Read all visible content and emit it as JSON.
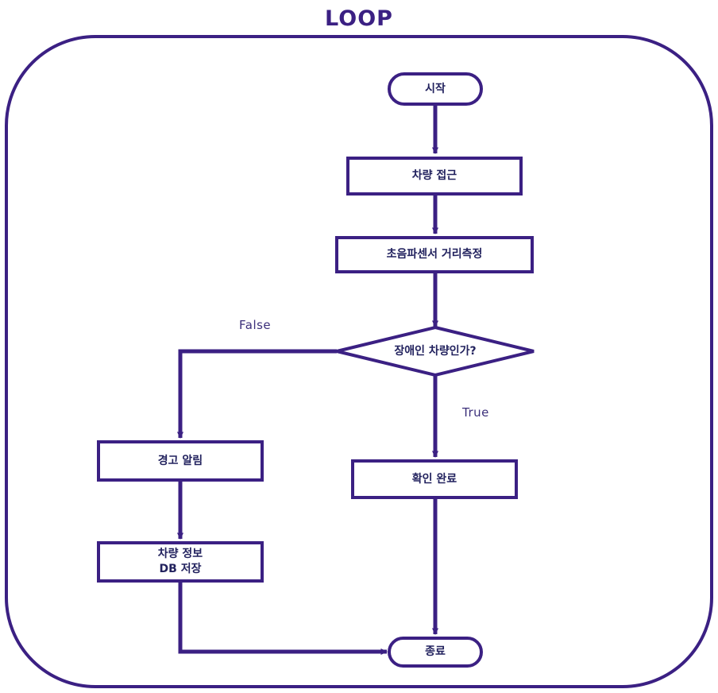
{
  "diagram": {
    "title": "LOOP",
    "type": "flowchart",
    "colors": {
      "stroke": "#3b2083",
      "node_border": "#3b2083",
      "node_fill": "#ffffff",
      "text": "#22225e",
      "edge_label_text": "#3b2f7a",
      "background": "#ffffff"
    },
    "nodes": [
      {
        "id": "start",
        "shape": "terminator",
        "label": "시작"
      },
      {
        "id": "approach",
        "shape": "process",
        "label": "차량 접근"
      },
      {
        "id": "measure",
        "shape": "process",
        "label": "초음파센서 거리측정"
      },
      {
        "id": "decision",
        "shape": "decision",
        "label": "장애인 차량인가?"
      },
      {
        "id": "warn",
        "shape": "process",
        "label": "경고 알림"
      },
      {
        "id": "dbsave",
        "shape": "process",
        "label": "차량 정보\nDB 저장"
      },
      {
        "id": "confirm",
        "shape": "process",
        "label": "확인 완료"
      },
      {
        "id": "end",
        "shape": "terminator",
        "label": "종료"
      }
    ],
    "edges": [
      {
        "from": "start",
        "to": "approach",
        "label": ""
      },
      {
        "from": "approach",
        "to": "measure",
        "label": ""
      },
      {
        "from": "measure",
        "to": "decision",
        "label": ""
      },
      {
        "from": "decision",
        "to": "warn",
        "label": "False"
      },
      {
        "from": "decision",
        "to": "confirm",
        "label": "True"
      },
      {
        "from": "warn",
        "to": "dbsave",
        "label": ""
      },
      {
        "from": "dbsave",
        "to": "end",
        "label": ""
      },
      {
        "from": "confirm",
        "to": "end",
        "label": ""
      }
    ],
    "edge_labels": {
      "false_branch": "False",
      "true_branch": "True"
    }
  }
}
